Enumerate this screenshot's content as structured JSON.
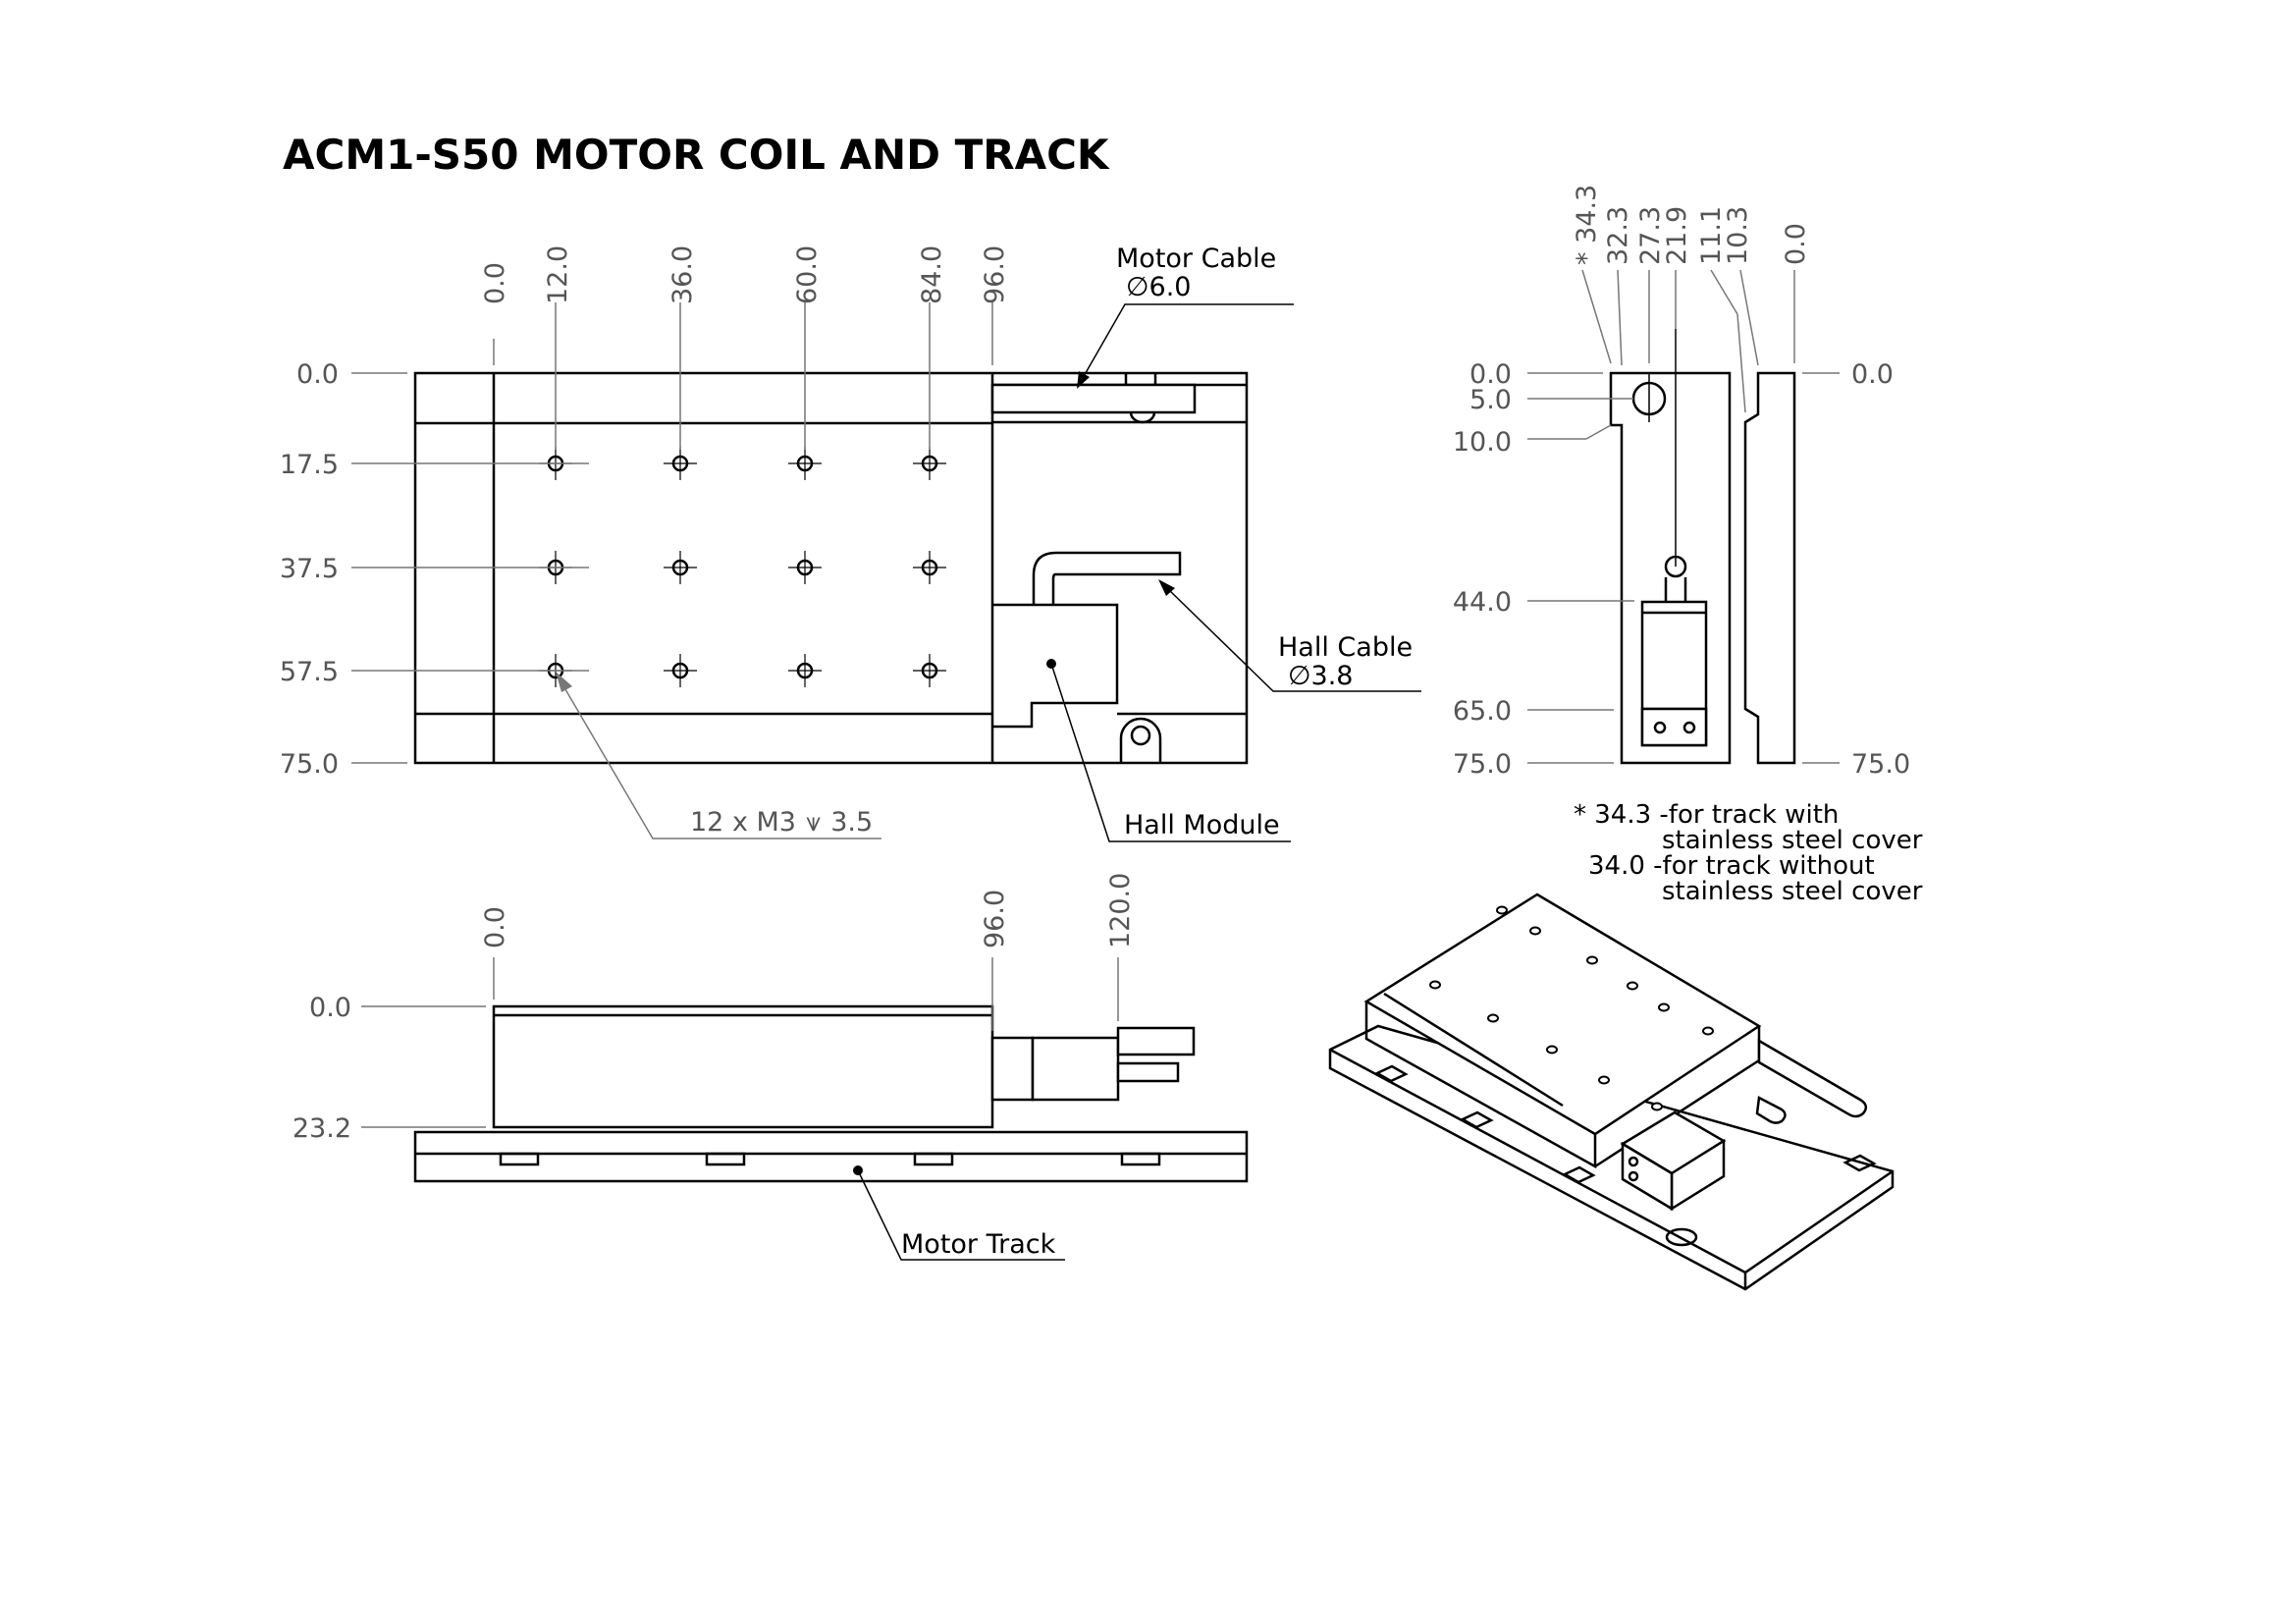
{
  "title": "ACM1-S50 MOTOR COIL AND TRACK",
  "top_view": {
    "x_dims": [
      "0.0",
      "12.0",
      "36.0",
      "60.0",
      "84.0",
      "96.0"
    ],
    "y_dims": [
      "0.0",
      "17.5",
      "37.5",
      "57.5",
      "75.0"
    ],
    "hole_callout": "12 x M3",
    "hole_depth_symbol": "⩛",
    "hole_depth": "3.5",
    "motor_cable_label": "Motor Cable",
    "motor_cable_dia": "∅6.0",
    "hall_cable_label": "Hall Cable",
    "hall_cable_dia": "∅3.8",
    "hall_module_label": "Hall Module"
  },
  "side_view": {
    "x_dims": [
      "0.0",
      "96.0",
      "120.0"
    ],
    "y_dims": [
      "0.0",
      "23.2"
    ],
    "motor_track_label": "Motor Track"
  },
  "end_view": {
    "x_dims": [
      "* 34.3",
      "32.3",
      "27.3",
      "21.9",
      "11.1",
      "10.3",
      "0.0"
    ],
    "y_dims_left": [
      "0.0",
      "5.0",
      "10.0",
      "44.0",
      "65.0",
      "75.0"
    ],
    "y_dims_right": [
      "0.0",
      "75.0"
    ]
  },
  "notes": {
    "line1": "* 34.3 -for track with",
    "line2": "stainless steel cover",
    "line3": "34.0 -for track without",
    "line4": "stainless steel cover"
  }
}
